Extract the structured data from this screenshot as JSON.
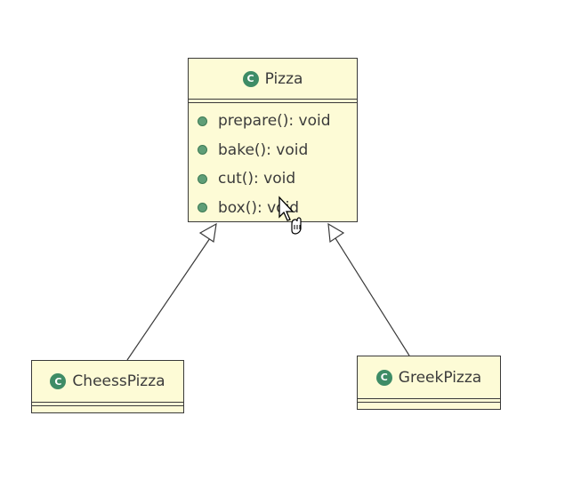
{
  "classes": {
    "pizza": {
      "name": "Pizza",
      "icon": "class-icon",
      "icon_glyph": "C",
      "methods": [
        "prepare(): void",
        "bake(): void",
        "cut(): void",
        "box(): void"
      ]
    },
    "cheess": {
      "name": "CheessPizza",
      "icon": "class-icon",
      "icon_glyph": "C"
    },
    "greek": {
      "name": "GreekPizza",
      "icon": "class-icon",
      "icon_glyph": "C"
    }
  },
  "relations": [
    {
      "type": "generalization",
      "from": "CheessPizza",
      "to": "Pizza"
    },
    {
      "type": "generalization",
      "from": "GreekPizza",
      "to": "Pizza"
    }
  ],
  "colors": {
    "class_fill": "#fdfbd6",
    "border": "#3a3a3a",
    "icon_green": "#3e8c66"
  }
}
